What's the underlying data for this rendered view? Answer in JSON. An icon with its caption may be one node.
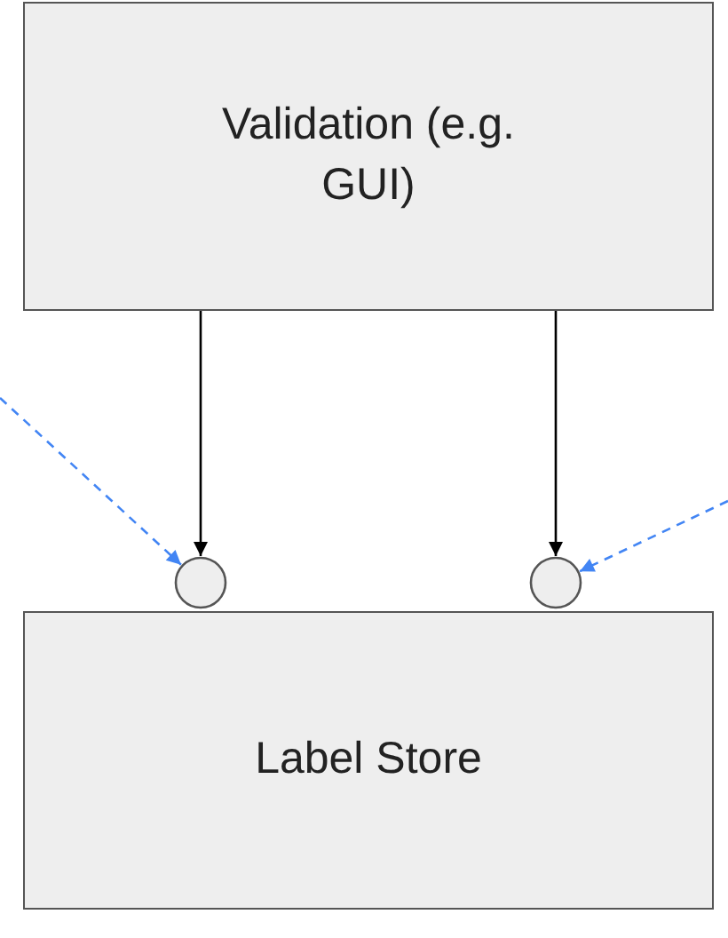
{
  "diagram": {
    "nodes": [
      {
        "text": [
          "Validation (e.g. GUI)"
        ]
      },
      {
        "text": [
          "Label Store"
        ]
      },
      {
        "text": [],
        "shape": "circle"
      },
      {
        "text": [],
        "shape": "circle"
      }
    ],
    "edges": [
      {
        "from": 0,
        "to": 2,
        "arrow": "to"
      },
      {
        "from": 0,
        "to": 3,
        "arrow": "to"
      },
      {
        "from": null,
        "to": 2,
        "arrow": "to",
        "style": "dashed",
        "color": "#4285f4"
      },
      {
        "from": null,
        "to": 3,
        "arrow": "to",
        "style": "dashed",
        "color": "#4285f4"
      }
    ]
  }
}
